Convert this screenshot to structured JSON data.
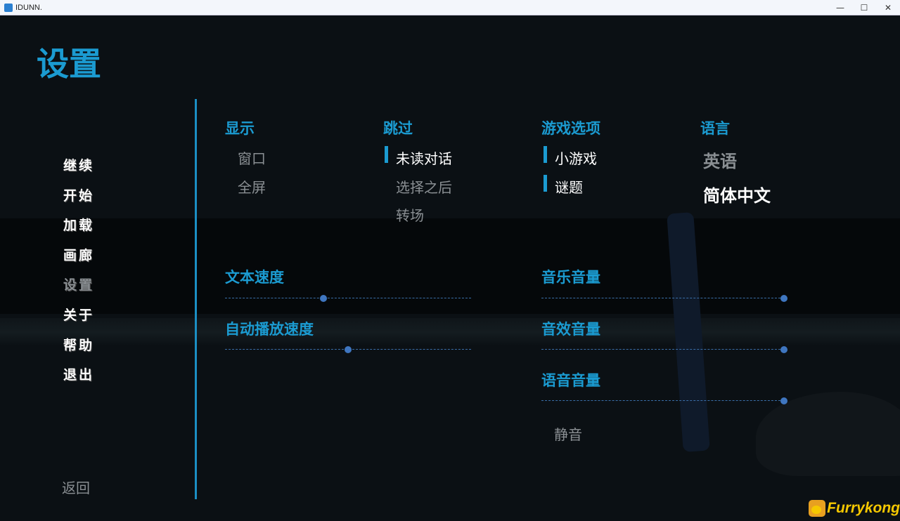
{
  "window": {
    "title": "IDUNN.",
    "controls": [
      "—",
      "☐",
      "✕"
    ]
  },
  "page_title": "设置",
  "nav": {
    "items": [
      {
        "label": "继续"
      },
      {
        "label": "开始"
      },
      {
        "label": "加载"
      },
      {
        "label": "画廊"
      },
      {
        "label": "设置",
        "active": true
      },
      {
        "label": "关于"
      },
      {
        "label": "帮助"
      },
      {
        "label": "退出"
      }
    ],
    "back": "返回"
  },
  "display": {
    "title": "显示",
    "options": [
      {
        "label": "窗口",
        "selected": false
      },
      {
        "label": "全屏",
        "selected": false
      }
    ]
  },
  "skip": {
    "title": "跳过",
    "options": [
      {
        "label": "未读对话",
        "selected": true
      },
      {
        "label": "选择之后",
        "selected": false
      },
      {
        "label": "转场",
        "selected": false
      }
    ]
  },
  "game_options": {
    "title": "游戏选项",
    "options": [
      {
        "label": "小游戏",
        "selected": true
      },
      {
        "label": "谜题",
        "selected": true
      }
    ]
  },
  "language": {
    "title": "语言",
    "options": [
      {
        "label": "英语",
        "selected": false
      },
      {
        "label": "简体中文",
        "selected": true
      }
    ]
  },
  "sliders": {
    "text_speed": {
      "label": "文本速度",
      "value": 0.4
    },
    "auto_speed": {
      "label": "自动播放速度",
      "value": 0.5
    },
    "music": {
      "label": "音乐音量",
      "value": 1.0
    },
    "sfx": {
      "label": "音效音量",
      "value": 1.0
    },
    "voice": {
      "label": "语音音量",
      "value": 1.0
    }
  },
  "mute": "静音",
  "watermark": "Furrykong",
  "colors": {
    "accent": "#1b9bd1",
    "slider": "#3f76c0",
    "background": "#0b1014"
  }
}
